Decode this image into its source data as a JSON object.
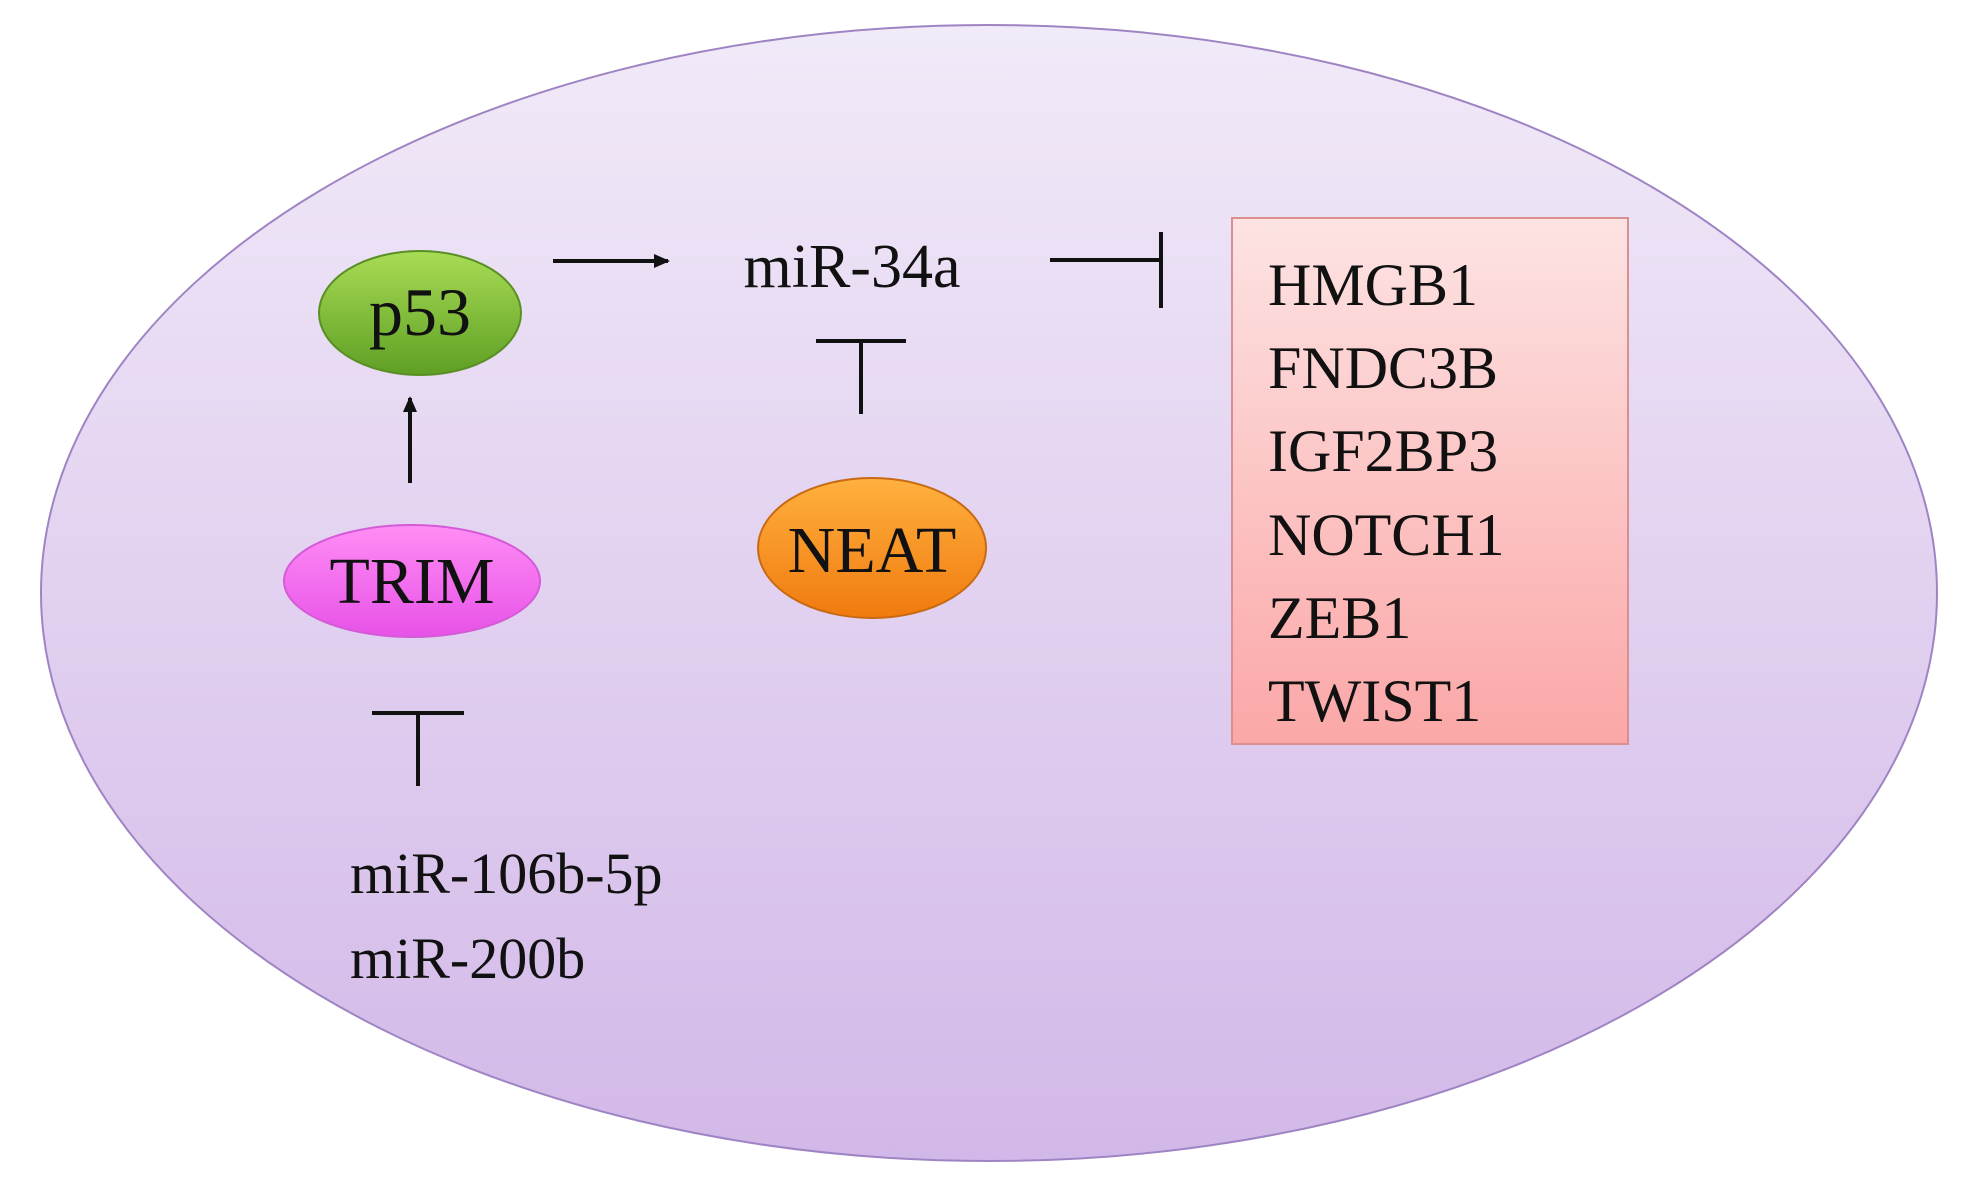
{
  "nodes": {
    "p53": "p53",
    "trim": "TRIM",
    "mir34a": "miR-34a",
    "neat": "NEAT",
    "inhibitors": [
      "miR-106b-5p",
      "miR-200b"
    ],
    "targets": [
      "HMGB1",
      "FNDC3B",
      "IGF2BP3",
      "NOTCH1",
      "ZEB1",
      "TWIST1"
    ]
  },
  "colors": {
    "cell_top": "#f1eaf8",
    "cell_bottom": "#d2b8e8",
    "cell_border": "#9f84c4",
    "p53_light": "#a9dc55",
    "p53_dark": "#5e9f24",
    "trim_light": "#ff8df5",
    "trim_dark": "#e752e7",
    "neat_light": "#ffb13f",
    "neat_dark": "#f07a0e",
    "target_top": "#fde3e3",
    "target_bottom": "#fba7a7",
    "target_border": "#d98f8f"
  }
}
